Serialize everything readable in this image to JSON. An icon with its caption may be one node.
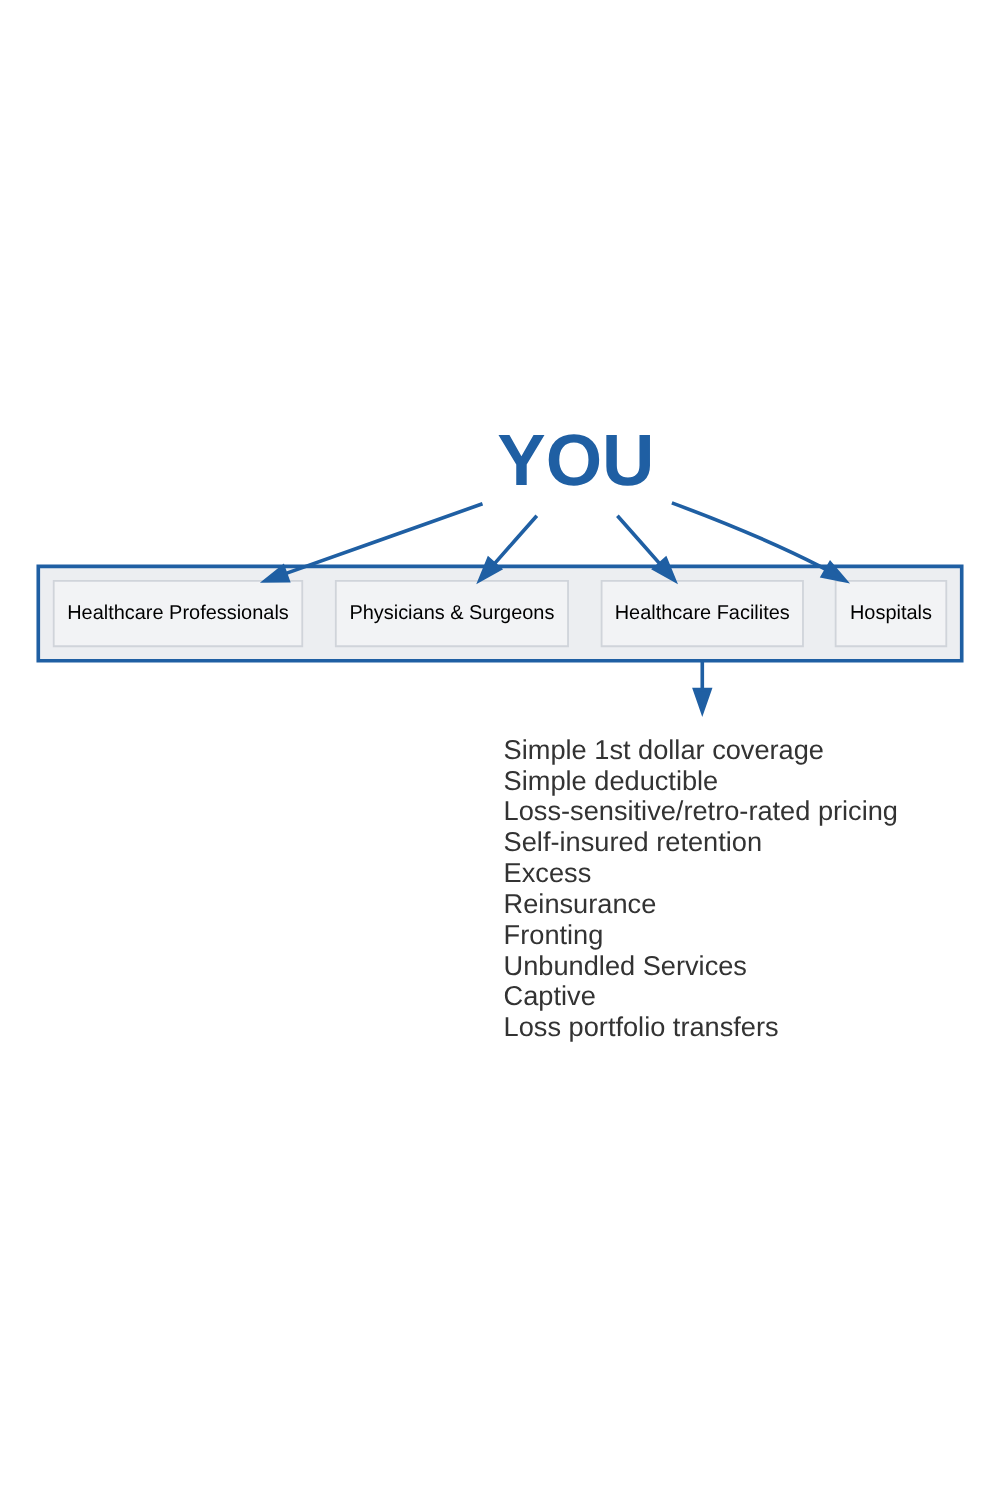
{
  "diagram": {
    "nodes": [
      {
        "text": [
          "YOU"
        ]
      },
      {
        "text": [],
        "shape": "box"
      },
      {
        "text": [
          "Healthcare Professionals"
        ],
        "in": 1
      },
      {
        "text": [
          "Physicians & Surgeons"
        ],
        "in": 1
      },
      {
        "text": [
          "Healthcare Facilites"
        ],
        "in": 1
      },
      {
        "text": [
          "Hospitals"
        ],
        "in": 1
      },
      {
        "text": [
          "Simple 1st dollar coverage",
          "Simple deductible",
          "Loss-sensitive/retro-rated pricing",
          "Self-insured retention",
          "Excess",
          "Reinsurance",
          "Fronting",
          "Unbundled Services",
          "Captive",
          "Loss portfolio transfers"
        ]
      }
    ],
    "edges": [
      {
        "from": 0,
        "to": 2,
        "arrow": "to"
      },
      {
        "from": 0,
        "to": 3,
        "arrow": "to"
      },
      {
        "from": 0,
        "to": 4,
        "arrow": "to"
      },
      {
        "from": 0,
        "to": 5,
        "arrow": "to"
      },
      {
        "from": 1,
        "to": 6,
        "arrow": "to"
      }
    ]
  }
}
